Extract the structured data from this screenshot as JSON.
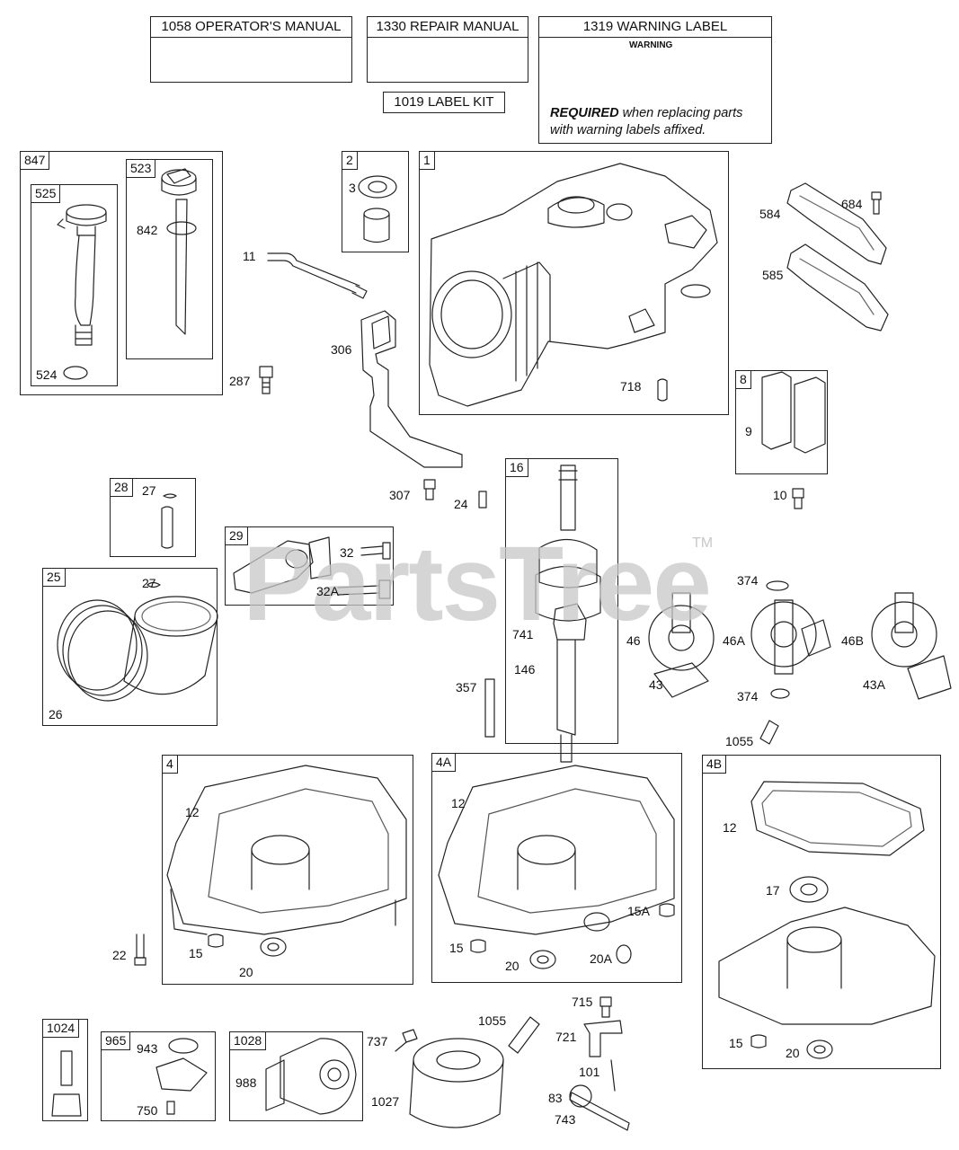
{
  "manuals": {
    "operators": "1058 OPERATOR'S MANUAL",
    "repair": "1330 REPAIR MANUAL",
    "label_kit": "1019 LABEL KIT",
    "warning_title": "1319 WARNING LABEL",
    "warning_badge": "WARNING",
    "required_bold": "REQUIRED",
    "required_line1": " when replacing parts",
    "required_line2": "with warning labels affixed."
  },
  "groups": {
    "g847": "847",
    "g525": "525",
    "g523": "523",
    "g2": "2",
    "g1": "1",
    "g8": "8",
    "g16": "16",
    "g28": "28",
    "g29": "29",
    "g25": "25",
    "g4": "4",
    "g4a": "4A",
    "g4b": "4B",
    "g1024": "1024",
    "g965": "965",
    "g1028": "1028"
  },
  "parts": {
    "p524": "524",
    "p842": "842",
    "p11": "11",
    "p287": "287",
    "p3": "3",
    "p306": "306",
    "p307": "307",
    "p24": "24",
    "p718": "718",
    "p584": "584",
    "p684": "684",
    "p585": "585",
    "p9": "9",
    "p10": "10",
    "p27a": "27",
    "p27b": "27",
    "p32": "32",
    "p32a": "32A",
    "p26": "26",
    "p741": "741",
    "p146": "146",
    "p357": "357",
    "p374a": "374",
    "p374b": "374",
    "p46": "46",
    "p46a": "46A",
    "p46b": "46B",
    "p43": "43",
    "p43a": "43A",
    "p1055a": "1055",
    "p12a": "12",
    "p12b": "12",
    "p12c": "12",
    "p22": "22",
    "p15a": "15",
    "p15b": "15",
    "p15c": "15",
    "p15d": "15A",
    "p20a": "20",
    "p20b": "20",
    "p20c": "20A",
    "p20d": "20",
    "p17": "17",
    "p943": "943",
    "p750": "750",
    "p988": "988",
    "p737": "737",
    "p1027": "1027",
    "p1055b": "1055",
    "p715": "715",
    "p721": "721",
    "p101": "101",
    "p83": "83",
    "p743": "743"
  },
  "watermark": "PartsTree",
  "trademark": "TM"
}
